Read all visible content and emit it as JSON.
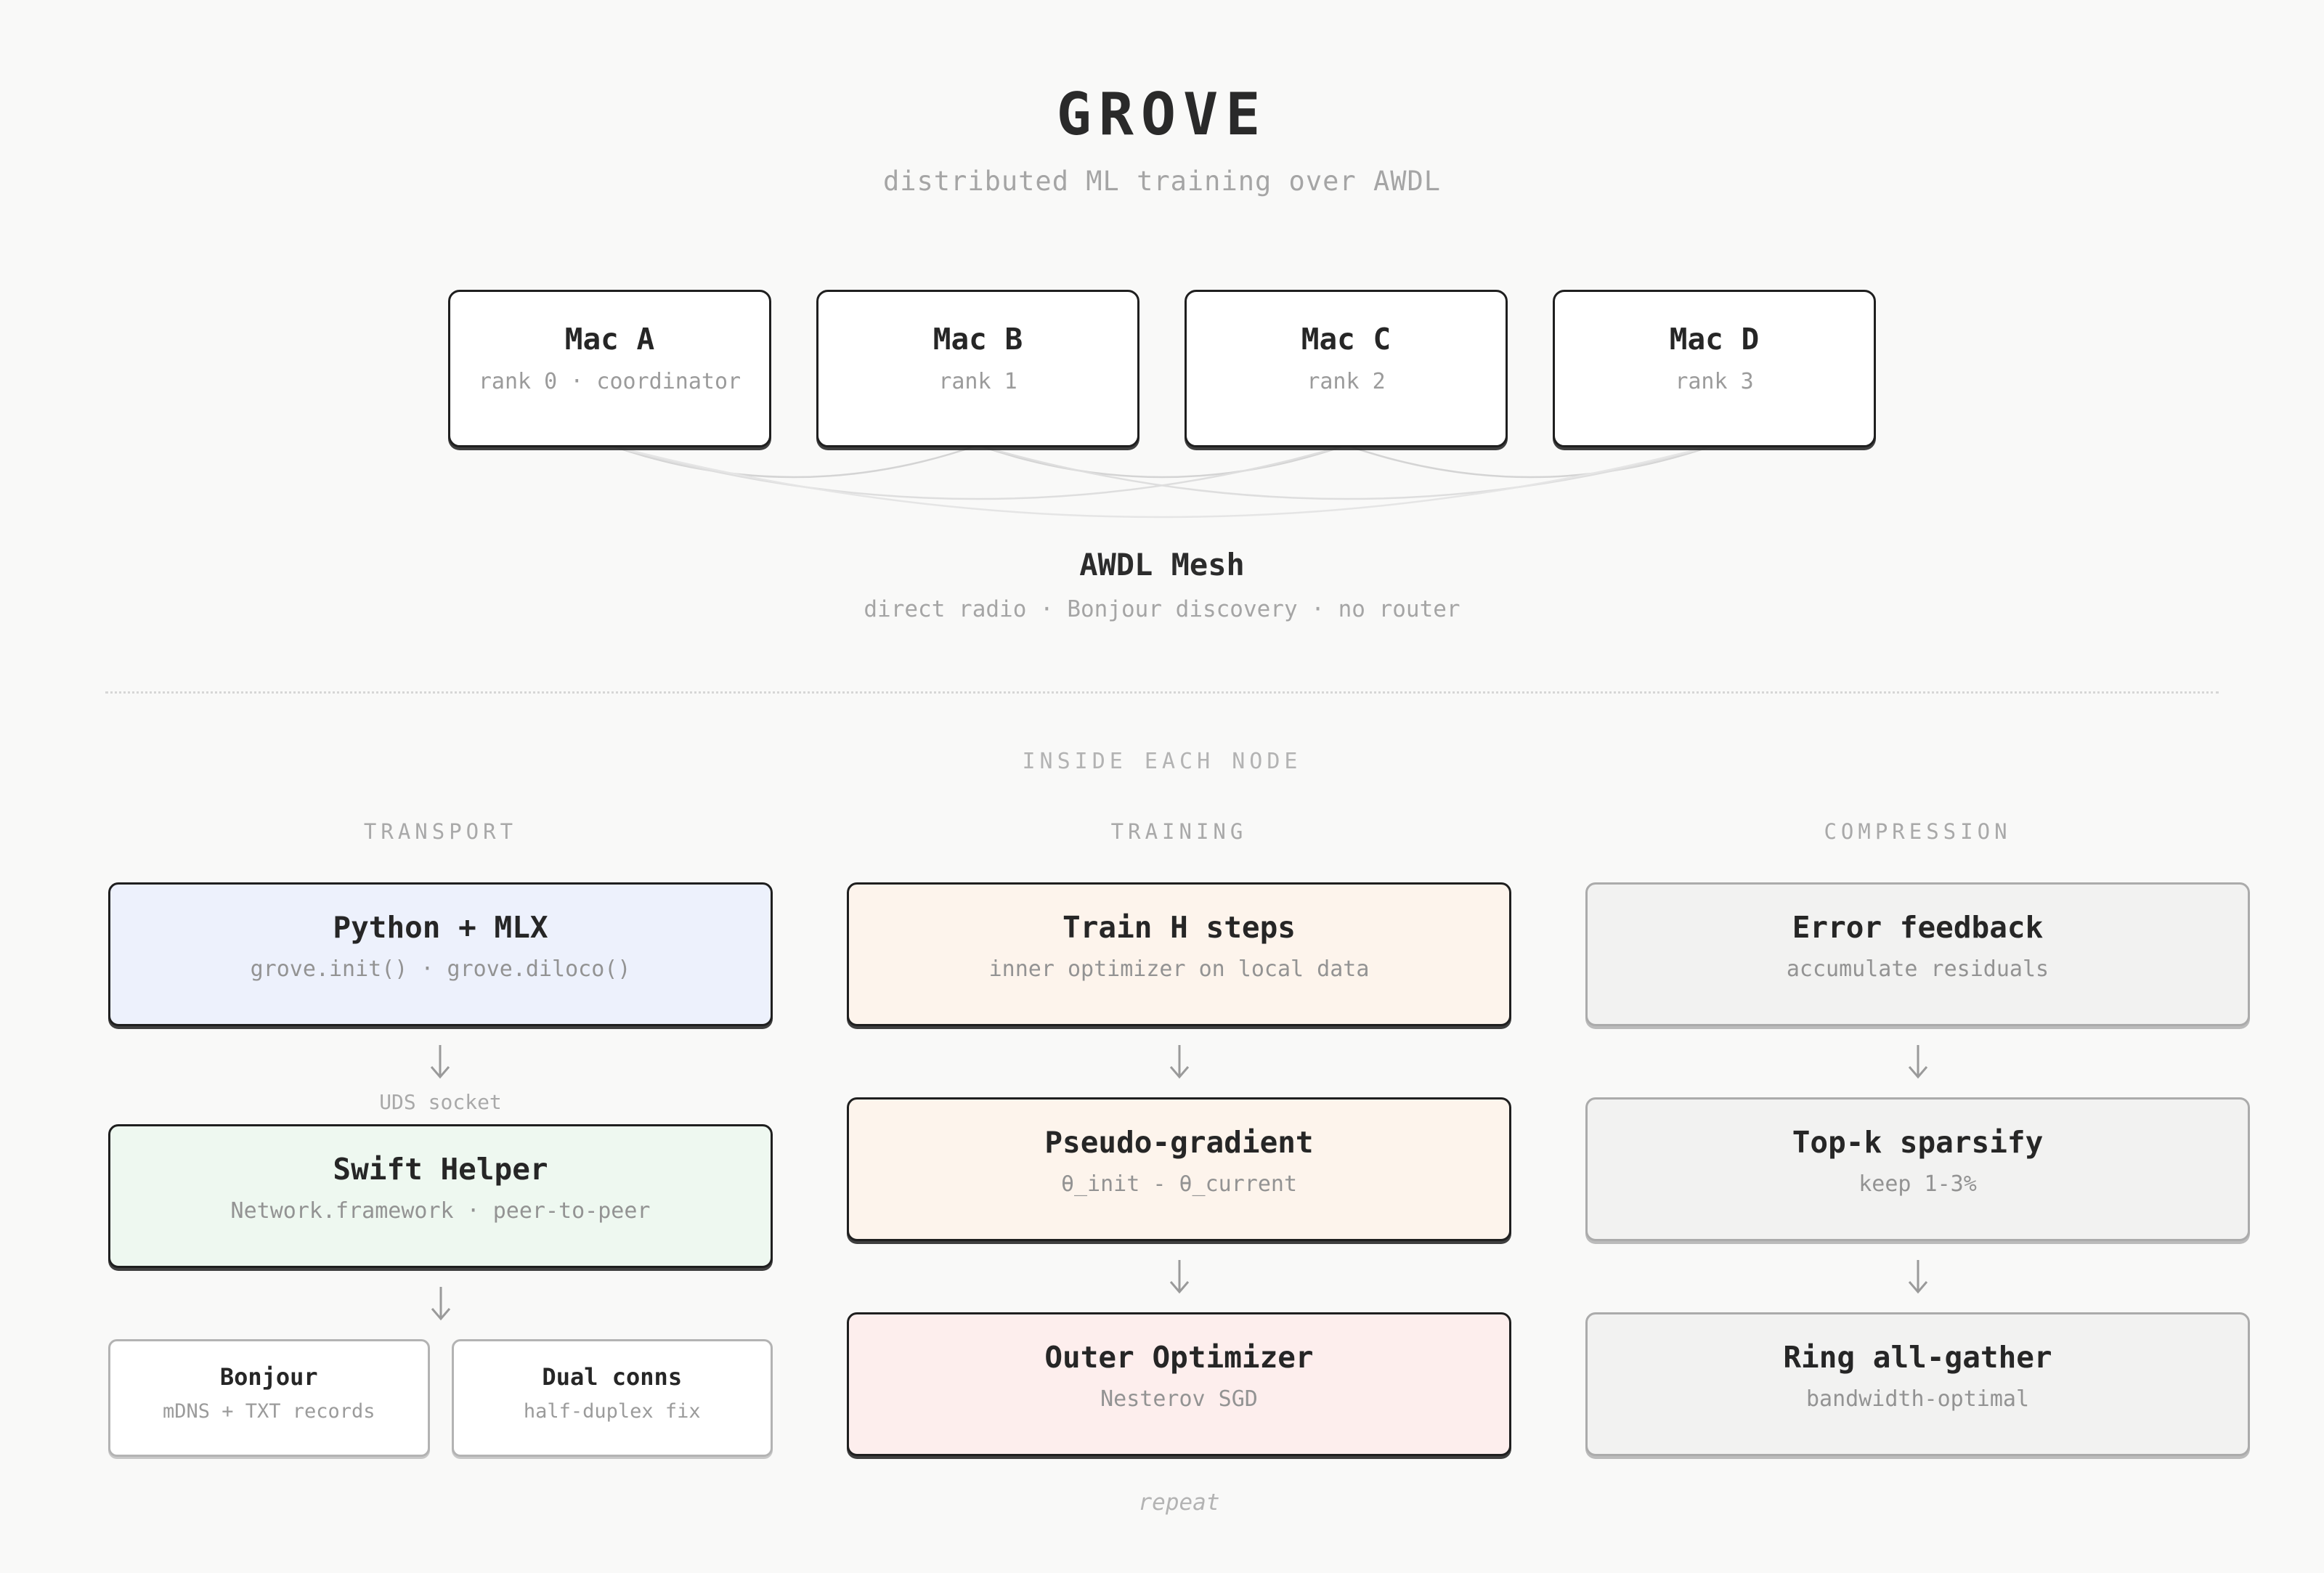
{
  "colors": {
    "background": "#f9f9f8",
    "border_dark": "#1f1f1f",
    "border_gray": "#ababab",
    "arrow": "#9a9a9a",
    "mesh_line": "#d9d9d9"
  },
  "header": {
    "title": "GROVE",
    "subtitle": "distributed ML training over AWDL"
  },
  "nodes": [
    {
      "name": "Mac A",
      "detail": "rank 0 · coordinator"
    },
    {
      "name": "Mac B",
      "detail": "rank 1"
    },
    {
      "name": "Mac C",
      "detail": "rank 2"
    },
    {
      "name": "Mac D",
      "detail": "rank 3"
    }
  ],
  "mesh": {
    "title": "AWDL Mesh",
    "subtitle": "direct radio · Bonjour discovery · no router"
  },
  "section_label": "INSIDE EACH NODE",
  "columns": [
    {
      "header": "TRANSPORT",
      "boxes": [
        {
          "title": "Python + MLX",
          "subtitle": "grove.init() · grove.diloco()",
          "bg": "#edf1fc"
        },
        {
          "title": "Swift Helper",
          "subtitle": "Network.framework · peer-to-peer",
          "bg": "#eef8f0"
        }
      ],
      "connector_label": "UDS socket",
      "duo": [
        {
          "title": "Bonjour",
          "subtitle": "mDNS + TXT records"
        },
        {
          "title": "Dual conns",
          "subtitle": "half-duplex fix"
        }
      ]
    },
    {
      "header": "TRAINING",
      "boxes": [
        {
          "title": "Train H steps",
          "subtitle": "inner optimizer on local data",
          "bg": "#fdf4ec"
        },
        {
          "title": "Pseudo-gradient",
          "subtitle": "θ_init - θ_current",
          "bg": "#fdf4ec"
        },
        {
          "title": "Outer Optimizer",
          "subtitle": "Nesterov SGD",
          "bg": "#fdeeed"
        }
      ],
      "repeat_label": "repeat"
    },
    {
      "header": "COMPRESSION",
      "boxes": [
        {
          "title": "Error feedback",
          "subtitle": "accumulate residuals",
          "bg": "#f2f2f1"
        },
        {
          "title": "Top-k sparsify",
          "subtitle": "keep 1-3%",
          "bg": "#f2f2f1"
        },
        {
          "title": "Ring all-gather",
          "subtitle": "bandwidth-optimal",
          "bg": "#f2f2f1"
        }
      ]
    }
  ]
}
